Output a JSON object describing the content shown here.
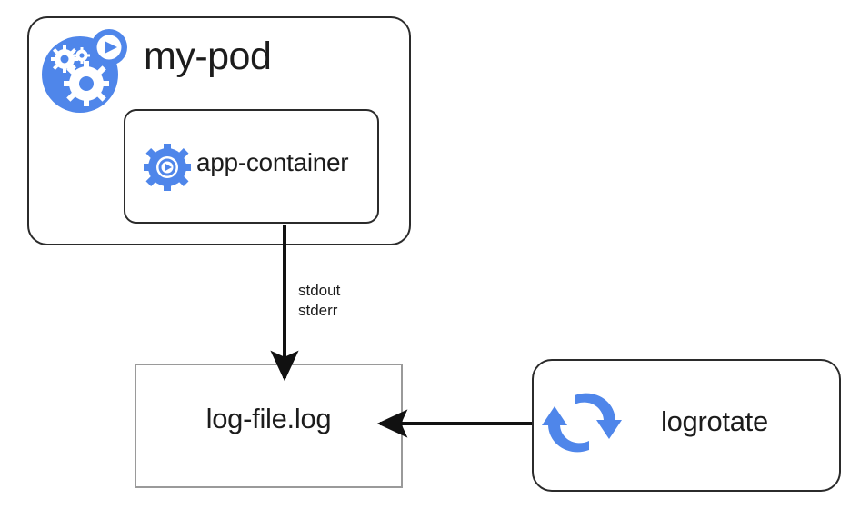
{
  "diagram": {
    "title": "Kubernetes pod logging to a log file rotated by logrotate",
    "background_color": "#ffffff",
    "accent_color": "#4f86ea",
    "stroke_color": "#2b2b2b",
    "muted_stroke_color": "#9a9a9a",
    "text_color": "#1c1c1c"
  },
  "nodes": {
    "pod": {
      "label": "my-pod",
      "icon": "pod-gears-icon",
      "shape": "rounded-rectangle",
      "border_color": "#2b2b2b"
    },
    "container": {
      "label": "app-container",
      "icon": "container-gear-play-icon",
      "shape": "rounded-rectangle",
      "border_color": "#2b2b2b"
    },
    "logfile": {
      "label": "log-file.log",
      "shape": "rectangle",
      "border_color": "#9a9a9a"
    },
    "logrotate": {
      "label": "logrotate",
      "icon": "rotate-arrows-icon",
      "shape": "rounded-rectangle",
      "border_color": "#2b2b2b"
    }
  },
  "edges": [
    {
      "id": "container-to-logfile",
      "from": "container",
      "to": "logfile",
      "direction": "down",
      "label_line1": "stdout",
      "label_line2": "stderr"
    },
    {
      "id": "logrotate-to-logfile",
      "from": "logrotate",
      "to": "logfile",
      "direction": "left",
      "label_line1": "",
      "label_line2": ""
    }
  ]
}
